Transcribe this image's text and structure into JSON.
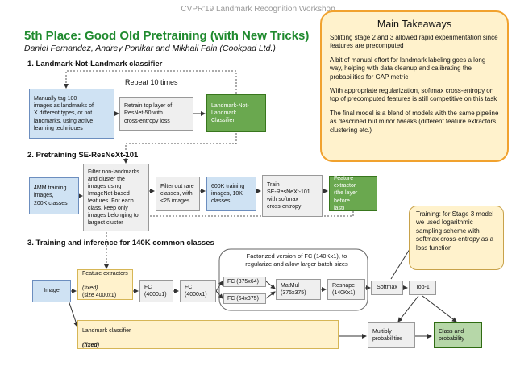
{
  "header": {
    "workshop": "CVPR'19 Landmark Recognition Workshop",
    "title": "5th Place: Good Old Pretraining (with New Tricks)",
    "authors": "Daniel Fernandez, Andrey Ponikar and Mikhail Fain (Cookpad Ltd.)"
  },
  "sections": {
    "s1": "1. Landmark-Not-Landmark classifier",
    "s2": "2. Pretraining SE-ResNeXt-101",
    "s3": "3. Training and inference for 140K common classes"
  },
  "section1": {
    "repeat": "Repeat 10 times",
    "manual": "Manually tag 100\nimages as landmarks of\nX different types, or not\nlandmarks, using active\nlearning techniques",
    "retrain": "Retrain top layer of\nResNet-50 with\ncross-entropy loss",
    "classifier": "Landmark-Not-Landmark\nClassifier"
  },
  "section2": {
    "training": "4MM training\nimages,\n200K classes",
    "filter_non": "Filter non-landmarks\nand cluster the\nimages using\nImageNet-based\nfeatures. For each\nclass, keep only\nimages belonging to\nlargest cluster",
    "filter_rare": "Filter out rare\nclasses, with\n<25 images",
    "images600k": "600K training\nimages, 10K\nclasses",
    "train": "Train\nSE-ResNeXt-101\nwith softmax\ncross-entropy",
    "extractor": "Feature extractor\n(the layer before\nlast)"
  },
  "section3": {
    "image": "Image",
    "feat_line1": "Feature extractors",
    "feat_line2": "(fixed)",
    "feat_line3": "(size 4000x1)",
    "fc1": "FC\n(4000x1)",
    "fc2": "FC\n(4000x1)",
    "fc_a": "FC (375x64)",
    "fc_b": "FC (64x375)",
    "matmul": "MatMul\n(375x375)",
    "reshape": "Reshape\n(140Kx1)",
    "softmax": "Softmax",
    "top1": "Top-1",
    "lm_line1": "Landmark classifier",
    "lm_line2": "(fixed)",
    "multiply": "Multiply\nprobabilities",
    "output": "Class and\nprobability",
    "factorized_note": "Factorized version of FC (140Kx1), to\nregularize and allow larger batch sizes"
  },
  "takeaways": {
    "title": "Main Takeaways",
    "items": [
      "Splitting stage 2 and 3 allowed rapid experimentation since features are precomputed",
      "A bit of manual effort for landmark labeling goes a long way, helping with data cleanup and calibrating the probabilities for GAP metric",
      "With appropriate regularization, softmax cross-entropy on top of precomputed features is still competitive on this task",
      "The final model is a blend of models with the same pipeline as described but minor tweaks (different feature extractors, clustering etc.)"
    ]
  },
  "stage3_note": "Training: for Stage 3 model we used logarithmic sampling scheme with softmax cross-entropy as a loss function",
  "colors": {
    "title_green": "#1f8a2e",
    "box_blue": "#cfe2f3",
    "box_green": "#6aa84f",
    "box_yellow": "#fff2cc",
    "takeaway_border": "#f1a22e"
  }
}
